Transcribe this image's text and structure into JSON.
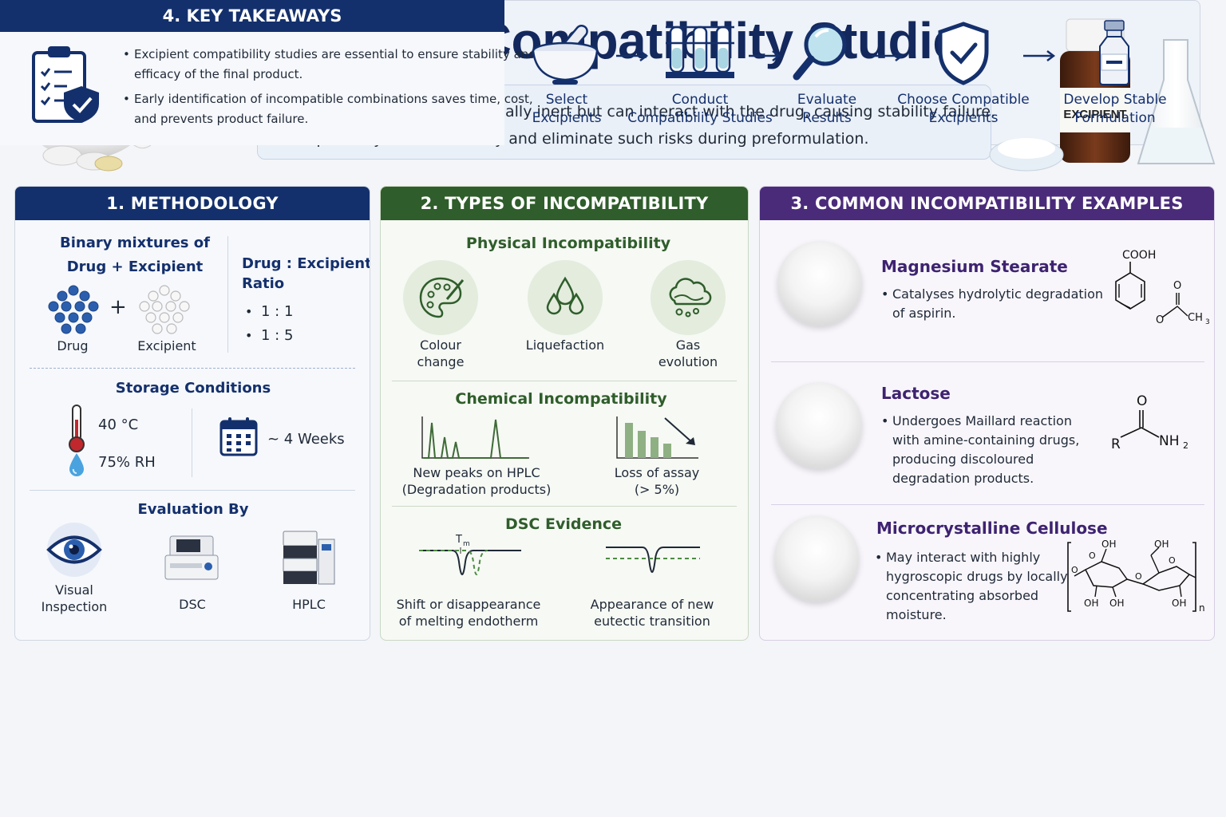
{
  "title": "Excipient Compatibility Studies",
  "intro": {
    "line1": "Excipients are pharmacologically inert but can interact with the drug, causing stability failure.",
    "line2": "Compatibility studies identify and eliminate such risks during preformulation."
  },
  "bottle_label": "EXCIPIENT",
  "methodology": {
    "heading": "1. METHODOLOGY",
    "binary_line1": "Binary mixtures of",
    "binary_line2": "Drug + Excipient",
    "drug_label": "Drug",
    "plus": "+",
    "excipient_label": "Excipient",
    "ratio_line1": "Drug : Excipient",
    "ratio_line2": "Ratio",
    "ratios": [
      "1 : 1",
      "1 : 5"
    ],
    "storage_heading": "Storage Conditions",
    "temperature": "40 °C",
    "humidity": "75% RH",
    "duration": "~ 4 Weeks",
    "evaluation_heading": "Evaluation By",
    "methods": [
      {
        "line1": "Visual",
        "line2": "Inspection"
      },
      {
        "line1": "DSC",
        "line2": ""
      },
      {
        "line1": "HPLC",
        "line2": ""
      }
    ]
  },
  "types": {
    "heading": "2. TYPES OF INCOMPATIBILITY",
    "physical_heading": "Physical Incompatibility",
    "physical": [
      {
        "line1": "Colour",
        "line2": "change"
      },
      {
        "line1": "Liquefaction",
        "line2": ""
      },
      {
        "line1": "Gas",
        "line2": "evolution"
      }
    ],
    "chemical_heading": "Chemical Incompatibility",
    "chemical": [
      {
        "line1": "New peaks on HPLC",
        "line2": "(Degradation products)"
      },
      {
        "line1": "Loss of assay",
        "line2": "(> 5%)"
      }
    ],
    "dsc_heading": "DSC Evidence",
    "tm_label": "T",
    "tm_sub": "m",
    "dsc": [
      {
        "line1": "Shift or disappearance",
        "line2": "of melting endotherm"
      },
      {
        "line1": "Appearance of new",
        "line2": "eutectic transition"
      }
    ]
  },
  "examples": {
    "heading": "3. COMMON INCOMPATIBILITY EXAMPLES",
    "items": [
      {
        "name": "Magnesium Stearate",
        "bullet_lines": [
          "Catalyses hydrolytic degradation",
          "of aspirin."
        ],
        "struct_labels": [
          "COOH",
          "O",
          "O",
          "CH",
          "3"
        ]
      },
      {
        "name": "Lactose",
        "bullet_lines": [
          "Undergoes Maillard reaction",
          "with amine-containing drugs,",
          "producing discoloured",
          "degradation products."
        ],
        "struct_labels": [
          "O",
          "R",
          "NH",
          "2"
        ]
      },
      {
        "name": "Microcrystalline Cellulose",
        "bullet_lines": [
          "May interact with highly",
          "hygroscopic drugs by locally",
          "concentrating absorbed",
          "moisture."
        ],
        "struct_labels": [
          "OH",
          "OH",
          "OH",
          "OH",
          "OH",
          "O",
          "O",
          "O",
          "O",
          "n"
        ]
      }
    ]
  },
  "takeaways": {
    "heading": "4. KEY TAKEAWAYS",
    "bullets": [
      [
        "Excipient compatibility studies are essential to ensure stability and",
        "efficacy of the final product."
      ],
      [
        "Early identification of incompatible combinations saves time, cost,",
        "and prevents product failure."
      ]
    ],
    "steps": [
      {
        "line1": "Select",
        "line2": "Excipients"
      },
      {
        "line1": "Conduct",
        "line2": "Compatibility Studies"
      },
      {
        "line1": "Evaluate",
        "line2": "Results"
      },
      {
        "line1": "Choose Compatible",
        "line2": "Excipients"
      },
      {
        "line1": "Develop Stable",
        "line2": "Formulation"
      }
    ]
  },
  "bullet_char": "•",
  "colors": {
    "navy": "#14306c",
    "green": "#2f5d2b",
    "purple": "#4a2b7a",
    "thermometer_red": "#c0282d",
    "water_blue": "#4aa3df"
  }
}
